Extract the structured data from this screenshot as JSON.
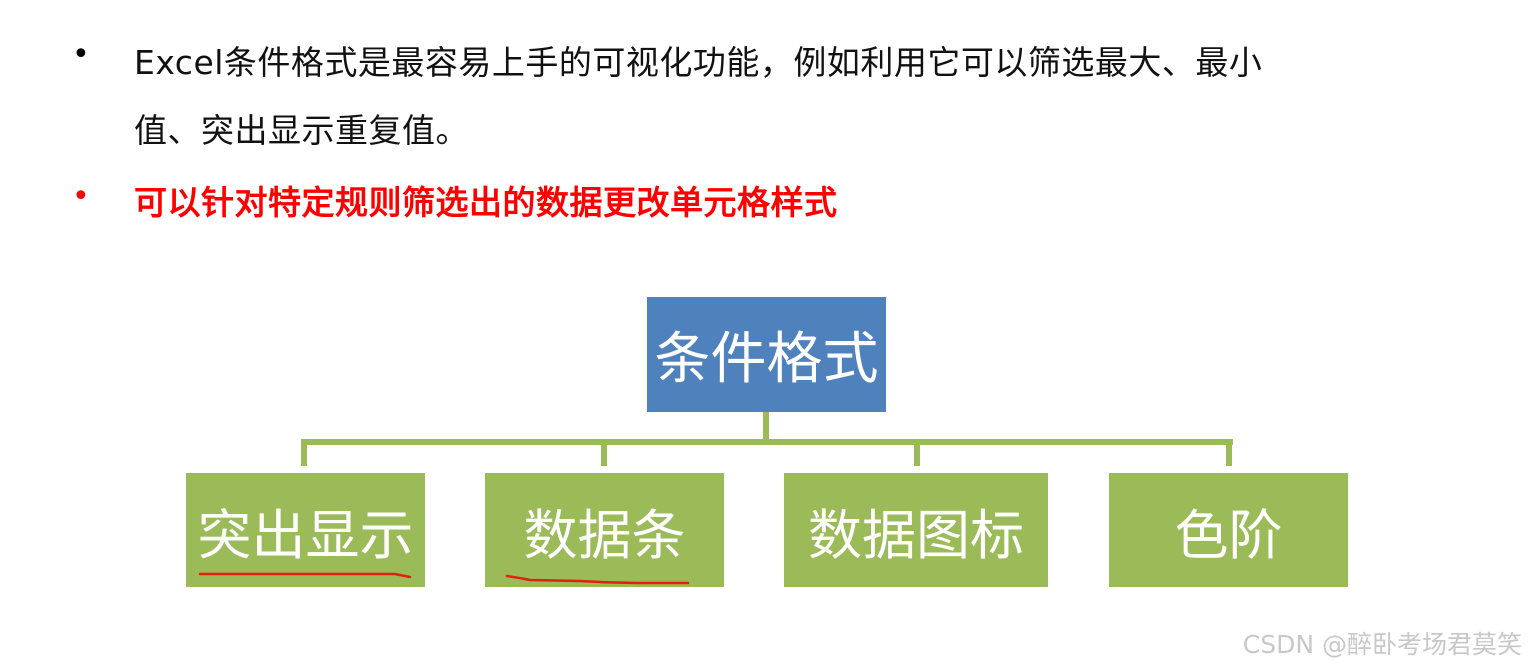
{
  "bullets": [
    {
      "line1": "Excel条件格式是最容易上手的可视化功能，例如利用它可以筛选最大、最小",
      "line2": "值、突出显示重复值。",
      "color": "#111111"
    },
    {
      "line1": "可以针对特定规则筛选出的数据更改单元格样式",
      "color": "#ff0000"
    }
  ],
  "bullet_glyph": "•",
  "diagram": {
    "root": {
      "label": "条件格式",
      "color": "#4f81bd"
    },
    "children": [
      {
        "label": "突出显示",
        "underlined": true
      },
      {
        "label": "数据条",
        "underlined": true
      },
      {
        "label": "数据图标",
        "underlined": false
      },
      {
        "label": "色阶",
        "underlined": false
      }
    ],
    "child_color": "#9bbb59",
    "annotation_color": "#e02010"
  },
  "watermark": "CSDN @醉卧考场君莫笑"
}
